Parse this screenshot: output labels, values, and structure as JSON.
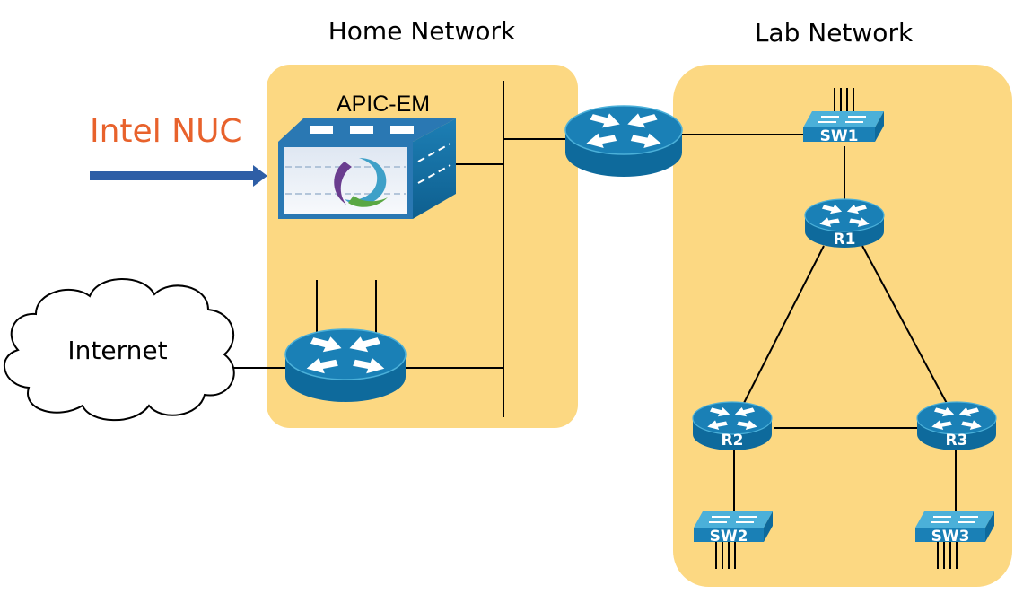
{
  "titles": {
    "home_network": "Home Network",
    "lab_network": "Lab Network"
  },
  "apic": {
    "title": "APIC-EM"
  },
  "intel_nuc": {
    "label": "Intel NUC",
    "color": "#e8622c",
    "arrow_color": "#2e5ea6"
  },
  "internet": {
    "label": "Internet"
  },
  "devices": {
    "sw1": "SW1",
    "sw2": "SW2",
    "sw3": "SW3",
    "r1": "R1",
    "r2": "R2",
    "r3": "R3"
  },
  "colors": {
    "zone_fill": "#fcd882",
    "device_blue": "#1a80b6",
    "device_light": "#4bb0d9"
  }
}
